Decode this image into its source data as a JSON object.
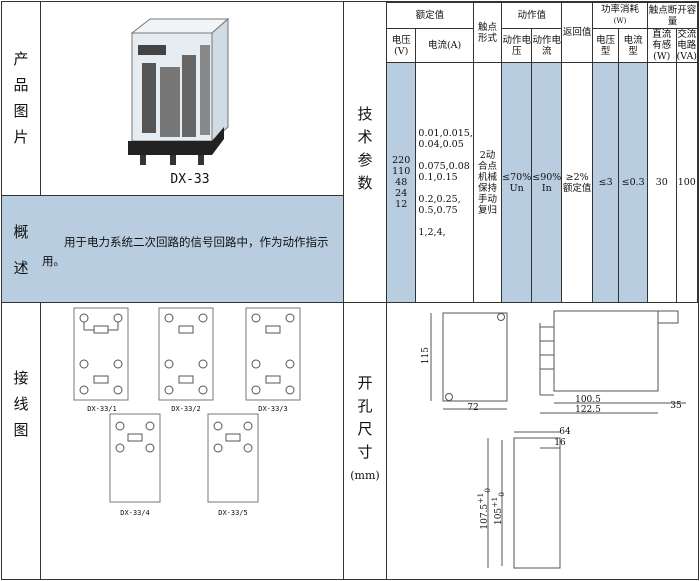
{
  "left": {
    "product_image_label": [
      "产",
      "品",
      "图",
      "片"
    ],
    "product_model": "DX-33",
    "overview_label": [
      "概",
      "述"
    ],
    "overview_text": "用于电力系统二次回路的信号回路中，作为动作指示用。",
    "wiring_label": [
      "接",
      "线",
      "图"
    ],
    "wiring_diagrams": [
      "DX-33/1",
      "DX-33/2",
      "DX-33/3",
      "DX-33/4",
      "DX-33/5"
    ]
  },
  "right": {
    "tech_params_label": [
      "技",
      "术",
      "参",
      "数"
    ],
    "cutout_label": [
      "开",
      "孔",
      "尺",
      "寸"
    ],
    "cutout_unit": "(mm)"
  },
  "table": {
    "rated_value": "额定值",
    "contact_form": "触点形式",
    "action_value": "动作值",
    "return_value": "返回值",
    "power_consumption": "功率消耗",
    "power_unit": "(W)",
    "breaking_capacity": "触点断开容量",
    "voltage_v": "电压(V)",
    "current_a": "电流(A)",
    "action_voltage": "动作电压",
    "action_current": "动作电流",
    "voltage_type": "电压型",
    "current_type": "电流型",
    "dc_inductive": "直流有感(W)",
    "ac_circuit": "交流电路(VA)",
    "voltages": [
      "220",
      "110",
      "48",
      "24",
      "12"
    ],
    "currents": [
      "0.01,0.015,",
      "0.04,0.05",
      "0.075,0.08",
      "0.1,0.15",
      "0.2,0.25,",
      "0.5,0.75",
      "1,2,4,"
    ],
    "contact_desc": "2动合点机械保持手动复归",
    "av_value": "≤70% Un",
    "ac_value": "≤90% In",
    "ret_value": "≥2%额定值",
    "pc_voltage": "≤3",
    "pc_current": "≤0.3",
    "dc_capacity": "30",
    "ac_capacity": "100"
  },
  "dims": {
    "front_height": "115",
    "front_width": "72",
    "side_depth1": "100.5",
    "side_depth2": "122.5",
    "side_extra": "35",
    "cut_width": "64",
    "cut_inner": "16",
    "cut_height1": "107.5",
    "cut_height2": "105",
    "cut_h1_tol": "+1",
    "cut_h1_tol2": "0",
    "cut_h2_tol": "+1",
    "cut_h2_tol2": "0"
  }
}
